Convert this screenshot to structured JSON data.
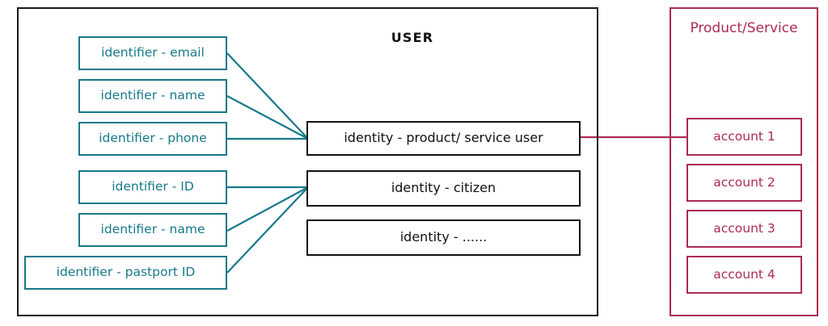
{
  "diagram": {
    "user_panel": {
      "title": "USER"
    },
    "product_panel": {
      "title": "Product/Service"
    },
    "identifiers_group_one": [
      {
        "label": "identifier - email"
      },
      {
        "label": "identifier - name"
      },
      {
        "label": "identifier - phone"
      }
    ],
    "identifiers_group_two": [
      {
        "label": "identifier - ID"
      },
      {
        "label": "identifier - name"
      },
      {
        "label": "identifier - pastport ID"
      }
    ],
    "identities": [
      {
        "label": "identity - product/ service user"
      },
      {
        "label": "identity - citizen"
      },
      {
        "label": "identity - ......"
      }
    ],
    "accounts": [
      {
        "label": "account 1"
      },
      {
        "label": "account 2"
      },
      {
        "label": "account 3"
      },
      {
        "label": "account 4"
      }
    ],
    "colors": {
      "teal": "#17798a",
      "crimson": "#ad2b53",
      "black": "#111111",
      "background": "#ffffff"
    }
  }
}
